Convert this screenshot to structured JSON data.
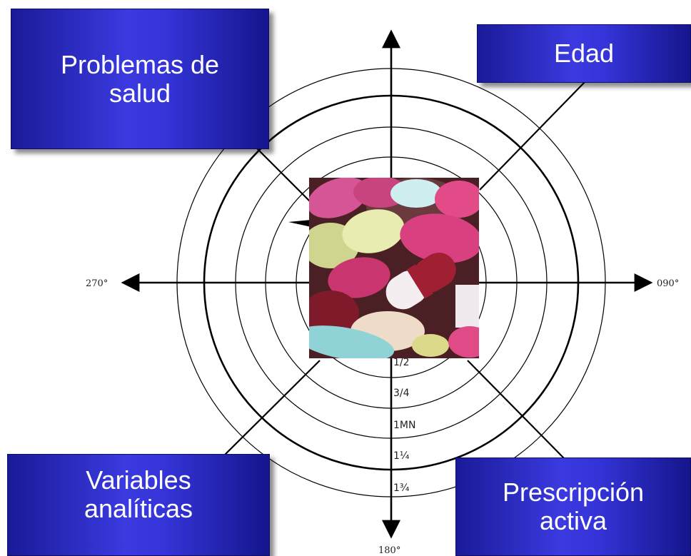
{
  "compass": {
    "bearings": {
      "north": "",
      "east": "090°",
      "south": "180°",
      "west": "270°"
    },
    "ring_labels": [
      "1/2",
      "3/4",
      "1MN",
      "1¼",
      "1¾"
    ]
  },
  "boxes": {
    "problemas_de_salud": "Problemas de\nsalud",
    "edad": "Edad",
    "variables_analiticas": "Variables\nanalíticas",
    "prescripcion_activa": "Prescripción\nactiva"
  },
  "image": {
    "subject": "pile of colorful pills and capsules"
  },
  "colors": {
    "box_fill": "#3434d8",
    "box_text": "#ffffff",
    "line": "#000000",
    "pill_pink": "#d63a7e",
    "pill_teal": "#8fd3d6",
    "pill_yellow": "#d9d98a",
    "capsule_red": "#8e1c2a"
  }
}
